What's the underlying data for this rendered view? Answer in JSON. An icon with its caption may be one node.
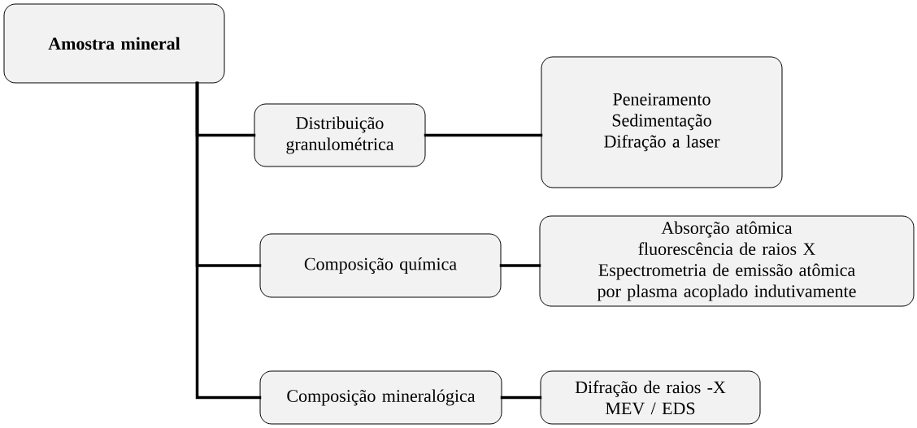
{
  "diagram": {
    "nodes": [
      {
        "text": [
          "Amostra mineral"
        ]
      },
      {
        "text": [
          "Distribuição granulométrica"
        ]
      },
      {
        "text": [
          "Peneiramento",
          "Sedimentação",
          "Difração a laser"
        ]
      },
      {
        "text": [
          "Composição química"
        ]
      },
      {
        "text": [
          "Absorção atômica",
          "fluorescência de raios X",
          "Espectrometria de emissão atômica por plasma acoplado indutivamente"
        ]
      },
      {
        "text": [
          "Composição mineralógica"
        ]
      },
      {
        "text": [
          "Difração de raios -X",
          "MEV / EDS"
        ]
      }
    ],
    "edges": [
      {
        "from": 0,
        "to": 1,
        "arrow": "none"
      },
      {
        "from": 0,
        "to": 3,
        "arrow": "none"
      },
      {
        "from": 0,
        "to": 5,
        "arrow": "none"
      },
      {
        "from": 1,
        "to": 2,
        "arrow": "none"
      },
      {
        "from": 3,
        "to": 4,
        "arrow": "none"
      },
      {
        "from": 5,
        "to": 6,
        "arrow": "none"
      }
    ]
  }
}
